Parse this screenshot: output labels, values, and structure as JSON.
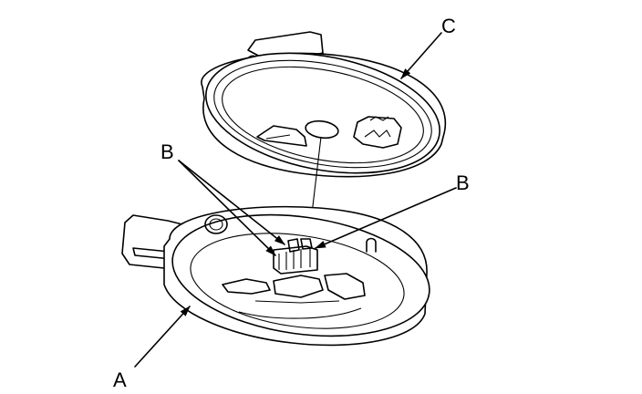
{
  "labels": {
    "a": "A",
    "b_left": "B",
    "b_right": "B",
    "c": "C"
  },
  "colors": {
    "stroke": "#000000",
    "background": "#ffffff"
  }
}
